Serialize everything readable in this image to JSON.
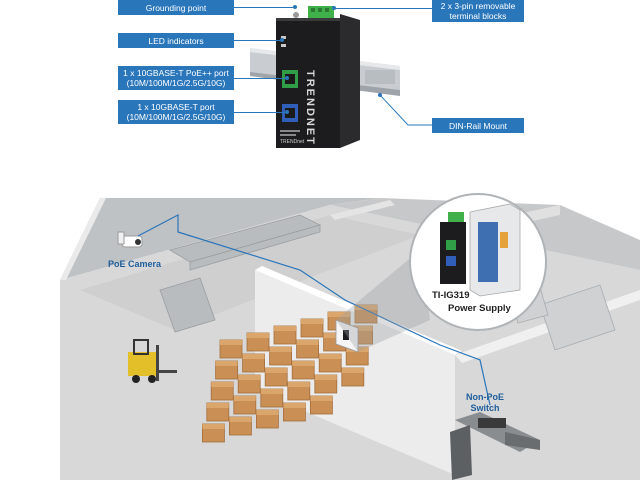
{
  "product": {
    "brand_text": "TRENDNET",
    "device_brand": "TRENDnet"
  },
  "callouts": {
    "grounding_point": "Grounding point",
    "terminal_blocks": "2 x 3-pin removable terminal blocks",
    "led_indicators": "LED indicators",
    "poe_port": "1 x 10GBASE-T PoE++ port (10M/100M/1G/2.5G/10G)",
    "tx_port": "1 x 10GBASE-T port (10M/100M/1G/2.5G/10G)",
    "din_rail": "DIN-Rail Mount"
  },
  "scene": {
    "poe_camera": "PoE Camera",
    "device_name": "TI-IG319",
    "power_supply": "Power Supply",
    "non_poe_switch_line1": "Non-PoE",
    "non_poe_switch_line2": "Switch"
  },
  "colors": {
    "callout_bg": "#2a76bb",
    "device_body": "#1c1c1e",
    "poe_port_accent": "#2f9e47",
    "tx_port_accent": "#2f5fb8",
    "terminal_green": "#3fb04a",
    "psu_blue": "#3e6fb0",
    "box_tan": "#c98f55",
    "forklift_yellow": "#e3c02a"
  }
}
